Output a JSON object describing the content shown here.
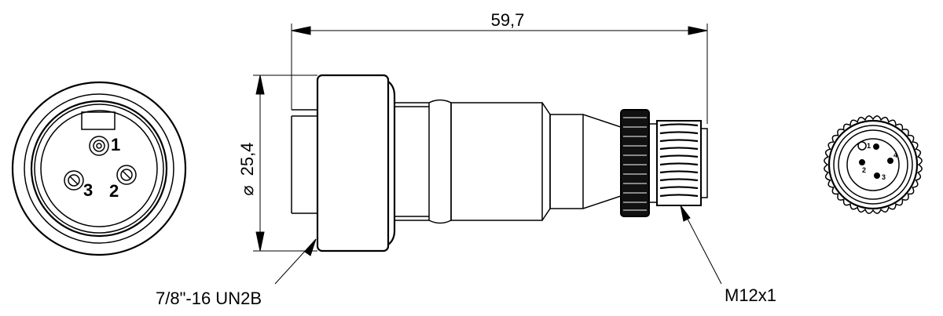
{
  "dimensions": {
    "total_length": "59,7",
    "diameter": "25,4",
    "diameter_symbol": "⌀"
  },
  "callouts": {
    "left_thread": "7/8\"-16 UN2B",
    "right_thread": "M12x1"
  },
  "left_face_pins": [
    "1",
    "2",
    "3"
  ],
  "right_face_pins": [
    "1",
    "2",
    "3",
    "4"
  ]
}
